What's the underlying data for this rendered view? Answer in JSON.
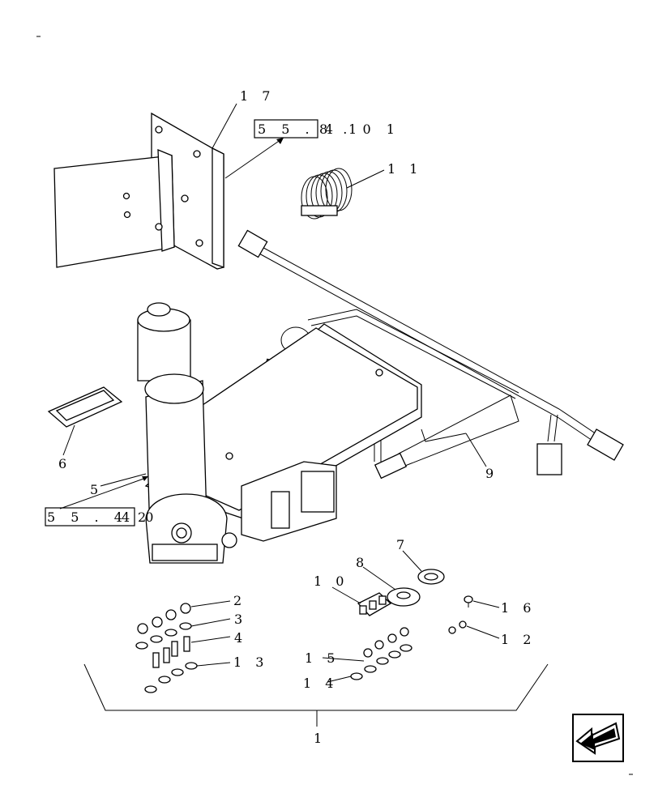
{
  "diagram": {
    "callouts": [
      "17",
      "11",
      "6",
      "5",
      "9",
      "7",
      "8",
      "10",
      "2",
      "3",
      "4",
      "13",
      "16",
      "12",
      "15",
      "14",
      "1"
    ],
    "references": [
      "55.418.01",
      "55.424.0"
    ],
    "reference_text": {
      "r1_boxed": "5 5 . 4 1",
      "r1_rest": "8 . 0 1",
      "r2_boxed": "5 5 . 4 2",
      "r2_rest": "4 0"
    },
    "labels": {
      "c17": "1 7",
      "c11": "1 1",
      "c6": "6",
      "c5": "5",
      "c9": "9",
      "c7": "7",
      "c8": "8",
      "c10": "1 0",
      "c2": "2",
      "c3": "3",
      "c4": "4",
      "c13": "1 3",
      "c16": "1 6",
      "c12": "1 2",
      "c15": "1 5",
      "c14": "1 4",
      "c1": "1"
    },
    "icons": [
      "return-arrow-icon"
    ]
  }
}
